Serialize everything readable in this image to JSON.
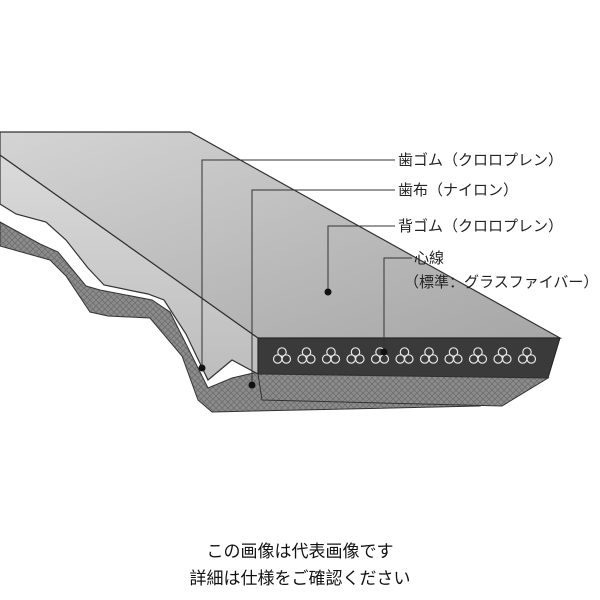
{
  "labels": {
    "tooth_rubber": "歯ゴム（クロロプレン）",
    "tooth_fabric": "歯布（ナイロン）",
    "back_rubber": "背ゴム（クロロプレン）",
    "core_wire": "心線",
    "core_wire_detail": "（標準：グラスファイバー）"
  },
  "notice": {
    "line1": "この画像は代表画像です",
    "line2": "詳細は仕様をご確認ください"
  },
  "colors": {
    "top_face": "#b9b9b9",
    "side_face": "#cfcfcf",
    "end_face": "#3a3a3a",
    "fabric": "#8a8a8a",
    "leader": "#333333"
  }
}
